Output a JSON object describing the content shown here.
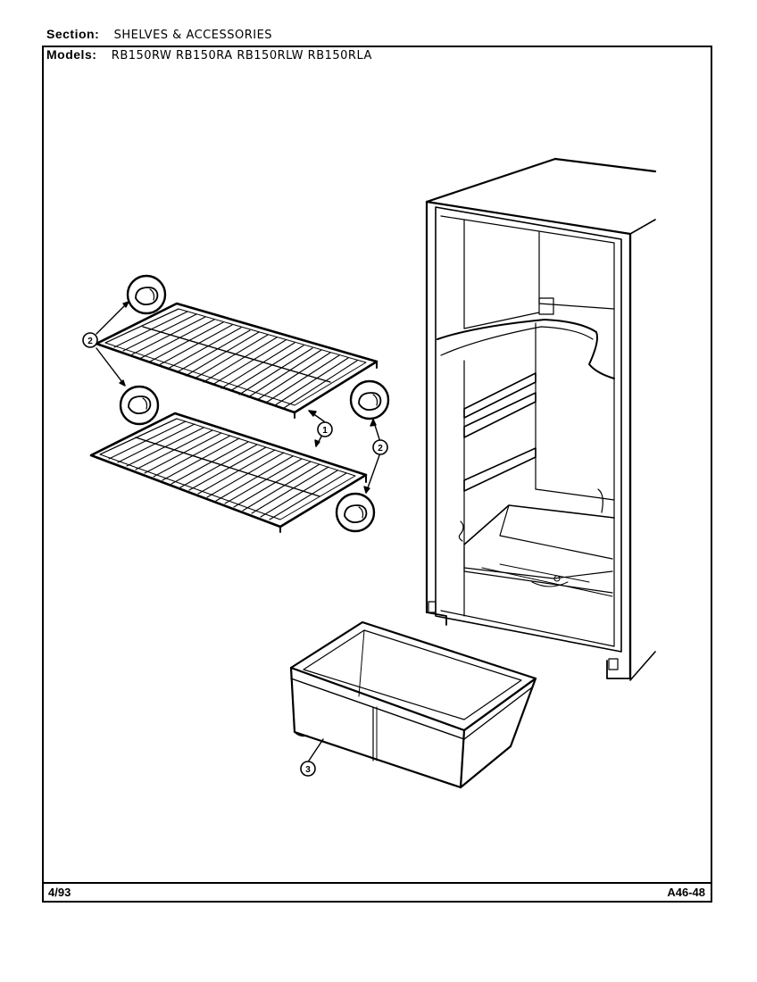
{
  "header": {
    "section_label": "Section:",
    "section_value": "SHELVES & ACCESSORIES",
    "models_label": "Models:",
    "models_value": "RB150RW RB150RA RB150RLW RB150RLA"
  },
  "callouts": [
    {
      "id": "callout-1",
      "text": "1"
    },
    {
      "id": "callout-2-left",
      "text": "2"
    },
    {
      "id": "callout-2-right",
      "text": "2"
    },
    {
      "id": "callout-3",
      "text": "3"
    }
  ],
  "footer": {
    "date": "4/93",
    "code": "A46-48"
  }
}
